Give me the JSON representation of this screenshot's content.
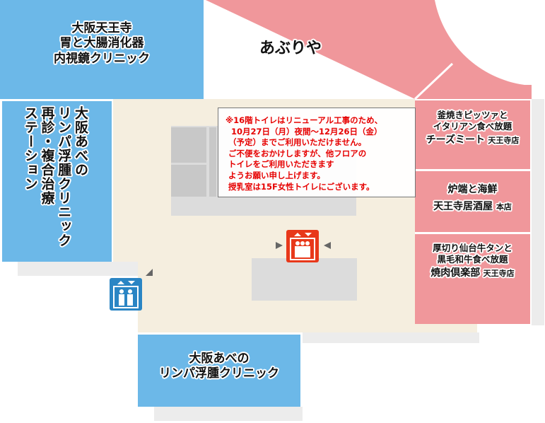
{
  "stores": {
    "endoscopy": {
      "lines": [
        "大阪天王寺",
        "胃と大腸消化器",
        "内視鏡クリニック"
      ]
    },
    "aburiya": {
      "name": "あぶりや"
    },
    "lymph_station": {
      "columns": [
        "大阪あべの",
        "リンパ浮腫クリニック",
        "再診・複合治療",
        "ステーション"
      ]
    },
    "cheese_meat": {
      "lines": [
        "釜焼きピッツァと",
        "イタリアン食べ放題"
      ],
      "name": "チーズミート",
      "branch": "天王寺店"
    },
    "izakaya": {
      "lines": [
        "炉端と海鮮"
      ],
      "name": "天王寺居酒屋",
      "branch": "本店"
    },
    "yakiniku": {
      "lines": [
        "厚切り仙台牛タンと",
        "黒毛和牛食べ放題"
      ],
      "name": "焼肉倶楽部",
      "branch": "天王寺店"
    },
    "lymph_clinic": {
      "lines": [
        "大阪あべの",
        "リンパ浮腫クリニック"
      ]
    }
  },
  "notice": {
    "text": "※16階トイレはリニューアル工事のため、\n  10月27日（月）夜間～12月26日（金）\n （予定）までご利用いただけません。\n ご不便をおかけしますが、他フロアの\n トイレをご利用いただきます\n ようお願い申し上げます。\n 授乳室は15F女性トイレにございます。"
  },
  "colors": {
    "blue": "#6cb8e8",
    "pink": "#f0979b",
    "floor": "#f5eedf",
    "gray": "#ececec",
    "notice_red": "#e60000",
    "elev_red": "#e8381a",
    "elev_blue": "#2a85c4"
  }
}
